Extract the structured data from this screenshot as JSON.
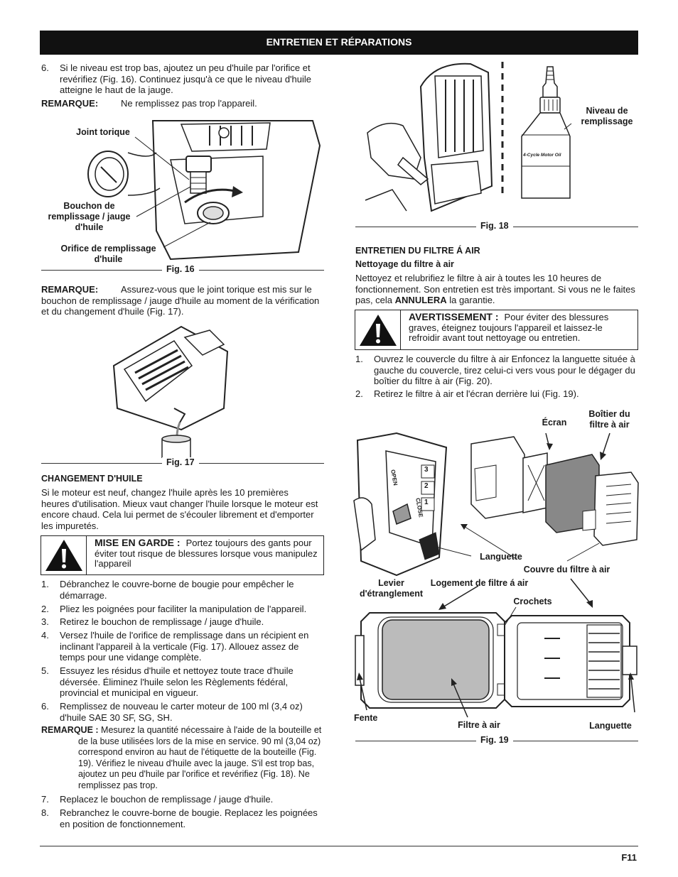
{
  "header": {
    "title": "ENTRETIEN ET RÉPARATIONS"
  },
  "left": {
    "step6": {
      "n": "6.",
      "text": "Si le niveau est trop bas, ajoutez un peu d'huile par l'orifice et revérifiez (Fig. 16). Continuez jusqu'à ce que le niveau d'huile atteigne le haut de la jauge."
    },
    "note1": {
      "label": "REMARQUE:",
      "text": "Ne remplissez pas trop l'appareil."
    },
    "fig16": {
      "caption": "Fig. 16",
      "label_joint": "Joint torique",
      "label_bouchon": "Bouchon de remplissage / jauge d'huile",
      "label_orifice": "Orifice de remplissage d'huile"
    },
    "note2": {
      "label": "REMARQUE:",
      "text": "Assurez-vous que le joint torique est mis sur le bouchon de remplissage / jauge d'huile au moment de la vérification et du changement d'huile (Fig. 17)."
    },
    "fig17": {
      "caption": "Fig. 17"
    },
    "changement": {
      "heading": "CHANGEMENT D'HUILE",
      "intro": "Si le moteur est neuf, changez l'huile après les 10 premières heures d'utilisation. Mieux vaut changer l'huile lorsque le moteur est encore chaud. Cela lui permet de s'écouler librement et d'emporter les impuretés."
    },
    "caution": {
      "title": "MISE EN GARDE :",
      "text": "Portez toujours des gants pour éviter tout risque de blessures lorsque vous manipulez l'appareil"
    },
    "steps": [
      {
        "n": "1.",
        "text": "Débranchez le couvre-borne de bougie pour empêcher le démarrage."
      },
      {
        "n": "2.",
        "text": "Pliez les poignées pour faciliter la manipulation de l'appareil."
      },
      {
        "n": "3.",
        "text": "Retirez le bouchon de remplissage / jauge d'huile."
      },
      {
        "n": "4.",
        "text": "Versez l'huile de l'orifice de remplissage dans un récipient en inclinant l'appareil à la verticale (Fig. 17). Allouez assez de temps pour une vidange complète."
      },
      {
        "n": "5.",
        "text": "Essuyez les résidus d'huile et nettoyez toute trace d'huile déversée. Éliminez l'huile selon les Règlements fédéral, provincial et municipal en vigueur."
      },
      {
        "n": "6.",
        "text": "Remplissez de nouveau le carter moteur de 100 ml (3,4 oz) d'huile SAE 30 SF, SG, SH."
      }
    ],
    "note3": {
      "label": "REMARQUE :",
      "text": "Mesurez la quantité nécessaire à l'aide de la bouteille et de la buse utilisées lors de la mise en service. 90 ml (3,04 oz) correspond environ au haut de l'étiquette de la bouteille (Fig. 19). Vérifiez le niveau d'huile avec la jauge. S'il est trop bas, ajoutez un peu d'huile par l'orifice et revérifiez (Fig. 18). Ne remplissez pas trop."
    },
    "steps2": [
      {
        "n": "7.",
        "text": "Replacez le bouchon de remplissage / jauge d'huile."
      },
      {
        "n": "8.",
        "text": "Rebranchez le couvre-borne de bougie. Replacez les poignées en position de fonctionnement."
      }
    ]
  },
  "right": {
    "fig18": {
      "caption": "Fig. 18",
      "label_niveau": "Niveau de remplissage",
      "bottle_label": "4-Cycle Motor Oil"
    },
    "filtre": {
      "heading": "ENTRETIEN DU FILTRE Á AIR",
      "subheading": "Nettoyage du filtre à air",
      "intro_pre": "Nettoyez et relubrifiez le filtre à air à toutes les 10 heures de fonctionnement. Son entretien est très important. Si vous ne le faites pas, cela ",
      "intro_bold": "ANNULERA",
      "intro_post": " la garantie."
    },
    "warning": {
      "title": "AVERTISSEMENT :",
      "text": "Pour éviter des blessures graves, éteignez toujours l'appareil et laissez-le refroidir avant tout nettoyage ou entretien."
    },
    "steps": [
      {
        "n": "1.",
        "text": "Ouvrez le couvercle du filtre à air Enfoncez la languette située à gauche du couvercle, tirez celui-ci vers vous pour le dégager du boîtier du filtre à air (Fig. 20)."
      },
      {
        "n": "2.",
        "text": "Retirez le filtre à air et l'écran derrière lui (Fig. 19)."
      }
    ],
    "fig19": {
      "caption": "Fig. 19",
      "label_ecran": "Écran",
      "label_boitier": "Boîtier du filtre à air",
      "label_languette1": "Languette",
      "label_couvre": "Couvre du filtre à air",
      "label_levier": "Levier d'étranglement",
      "label_logement": "Logement de filtre á air",
      "label_crochets": "Crochets",
      "label_fente": "Fente",
      "label_filtre": "Filtre à air",
      "label_languette2": "Languette",
      "choke_open": "OPEN",
      "choke_close": "CLOSE",
      "choke_positions": [
        "3",
        "2",
        "1"
      ]
    }
  },
  "footer": {
    "page": "F11"
  }
}
